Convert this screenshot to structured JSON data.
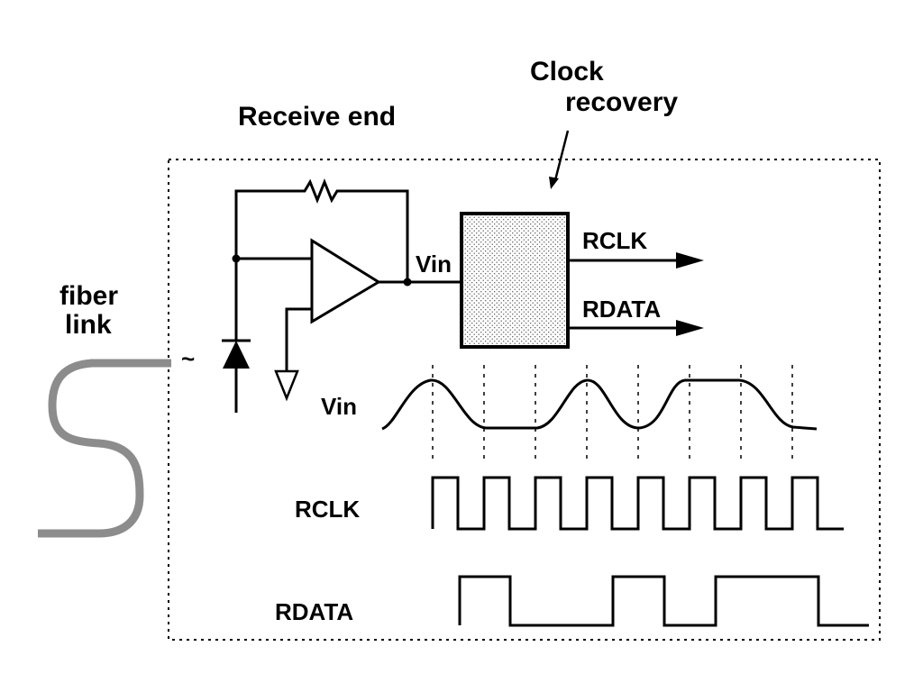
{
  "labels": {
    "receive_end": "Receive end",
    "clock_recovery_line1": "Clock",
    "clock_recovery_line2": "recovery",
    "fiber_line1": "fiber",
    "fiber_line2": "link",
    "vin_node": "Vin",
    "rclk_out": "RCLK",
    "rdata_out": "RDATA",
    "vin_trace": "Vin",
    "rclk_trace": "RCLK",
    "rdata_trace": "RDATA",
    "light_symbol": "~"
  },
  "colors": {
    "ink": "#000000",
    "fiber": "#8c8c8c",
    "block_fill": "#e6e6e6"
  }
}
